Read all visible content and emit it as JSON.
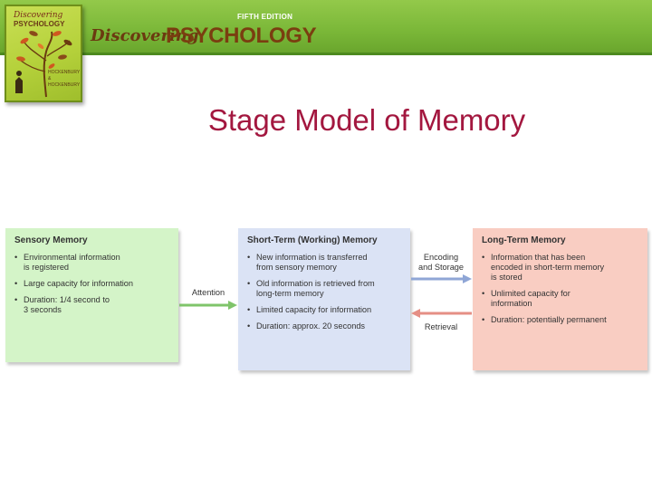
{
  "header": {
    "edition": "FIFTH EDITION",
    "wordmark_left": "Discovering",
    "wordmark_right": "PSYCHOLOGY",
    "cover_title_line1": "Discovering",
    "cover_title_line2": "PSYCHOLOGY",
    "cover_authors": "HOCKENBURY\n&\nHOCKENBURY"
  },
  "slide": {
    "title": "Stage Model of Memory"
  },
  "diagram": {
    "sensory": {
      "title": "Sensory Memory",
      "items": [
        "Environmental information\nis registered",
        "Large capacity for information",
        "Duration: 1/4 second to\n3 seconds"
      ]
    },
    "stm": {
      "title": "Short-Term (Working) Memory",
      "items": [
        "New information is transferred\nfrom sensory memory",
        "Old information is retrieved from\nlong-term memory",
        "Limited capacity for information",
        "Duration: approx. 20 seconds"
      ]
    },
    "ltm": {
      "title": "Long-Term Memory",
      "items": [
        "Information that has been\nencoded in short-term memory\nis stored",
        "Unlimited capacity for\ninformation",
        "Duration: potentially permanent"
      ]
    },
    "bullet": "•",
    "labels": {
      "attention": "Attention",
      "encoding": "Encoding\nand Storage",
      "retrieval": "Retrieval"
    },
    "colors": {
      "attention_arrow": "#7fc46a",
      "encoding_arrow": "#8fa6d6",
      "retrieval_arrow": "#e58f85"
    }
  }
}
